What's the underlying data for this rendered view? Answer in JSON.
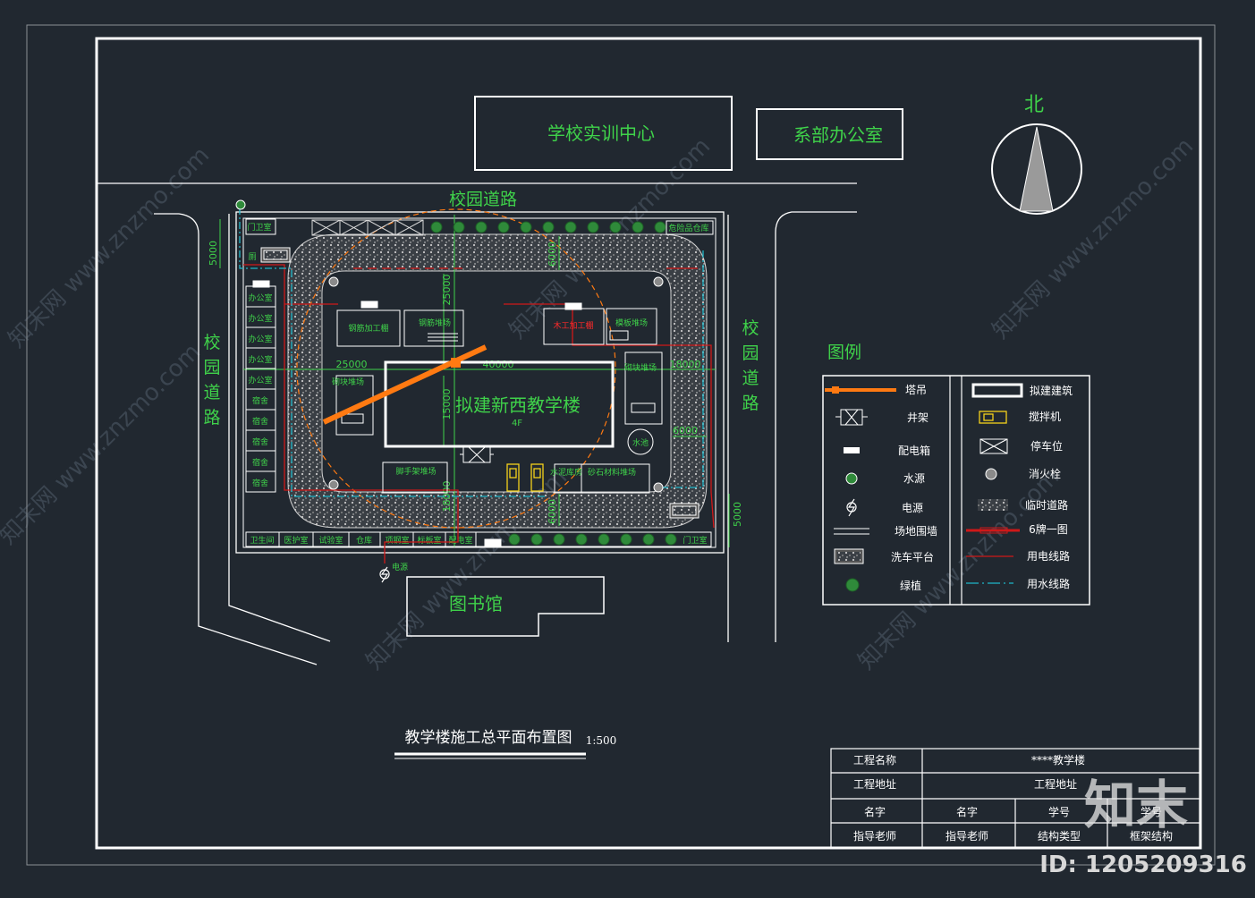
{
  "drawing": {
    "north_label": "北",
    "buildings": {
      "training_center": "学校实训中心",
      "dept_office": "系部办公室",
      "library": "图书馆",
      "new_building": "拟建新西教学楼",
      "new_building_floors": "4F"
    },
    "roads": {
      "north": "校园道路",
      "west": [
        "校",
        "园",
        "道",
        "路"
      ],
      "east": [
        "校",
        "园",
        "道",
        "路"
      ]
    },
    "dimensions": {
      "d5000_left": "5000",
      "d5000_right": "5000",
      "d6000_top": "6000",
      "d6000_right": "6000",
      "d6000_bottom": "6000",
      "d25000_v": "25000",
      "d25000_h": "25000",
      "d40000": "40000",
      "d18000_h": "18000",
      "d18000_v": "18000",
      "d15000": "15000"
    },
    "site_labels": {
      "gate_guard_top": "门卫室",
      "dangerous_store": "危险品仓库",
      "toilet_small": "厕",
      "left_rooms": [
        "办公室",
        "办公室",
        "办公室",
        "办公室",
        "办公室",
        "宿舍",
        "宿舍",
        "宿舍",
        "宿舍",
        "宿舍"
      ],
      "bottom_rooms": [
        "卫生间",
        "医护室",
        "试验室",
        "仓库",
        "项钢室",
        "标板室",
        "配电室"
      ],
      "gate_guard_bottom": "门卫室",
      "rebar_processing": "钢筋加工棚",
      "rebar_yard": "钢筋堆场",
      "timber_processing": "木工加工棚",
      "formwork_yard": "模板堆场",
      "block_yard_left": "砌块堆场",
      "block_yard_right": "砌块堆场",
      "pool": "水池",
      "scaffold_yard": "脚手架堆场",
      "cement_store": "水泥库房",
      "sand_stone_yard": "砂石材料堆场",
      "power_source": "电源"
    }
  },
  "legend": {
    "title": "图例",
    "items_left": [
      "塔吊",
      "井架",
      "配电箱",
      "水源",
      "电源",
      "场地围墙",
      "洗车平台",
      "绿植"
    ],
    "items_right": [
      "拟建建筑",
      "搅拌机",
      "停车位",
      "消火栓",
      "临时道路",
      "6牌一图",
      "用电线路",
      "用水线路"
    ]
  },
  "caption": {
    "title": "教学楼施工总平面布置图",
    "scale": "1:500"
  },
  "title_block": {
    "row1": [
      "工程名称",
      "****教学楼"
    ],
    "row2": [
      "工程地址",
      "工程地址"
    ],
    "row3": [
      "名字",
      "名字",
      "学号",
      "学号"
    ],
    "row4": [
      "指导老师",
      "指导老师",
      "结构类型",
      "框架结构"
    ]
  },
  "watermark": {
    "brand": "知末",
    "id_text": "ID: 1205209316",
    "site": "知末网 www.znzmo.com"
  },
  "colors": {
    "background": "#212830",
    "frame": "#ffffff",
    "green_text": "#3fd24a",
    "crane": "#ff7a12",
    "power_line": "#d01818",
    "water_line": "#1fb5c8"
  }
}
